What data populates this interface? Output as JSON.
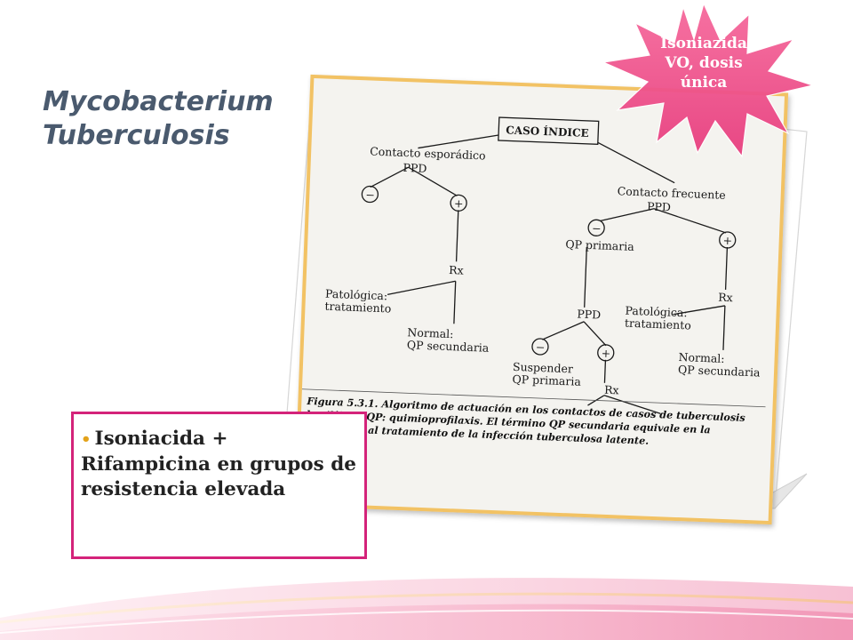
{
  "slide": {
    "title_line1": "Mycobacterium",
    "title_line2": "Tuberculosis",
    "callout": [
      "Isoniazida",
      "VO, dosis",
      "única"
    ],
    "bullet_text": "Isoniacida + Rifampicina en grupos de resistencia elevada"
  },
  "figure": {
    "root": "CASO ÍNDICE",
    "left_contact": "Contacto esporádico",
    "right_contact": "Contacto frecuente",
    "ppd": "PPD",
    "neg": "−",
    "pos": "+",
    "rx": "Rx",
    "patologica": "Patológica:",
    "tratamiento": "tratamiento",
    "normal": "Normal:",
    "qp_secundaria": "QP secundaria",
    "qp_primaria": "QP primaria",
    "suspender": "Suspender",
    "caption": "Figura 5.3.1. Algoritmo de actuación en los contactos de casos de tuberculosis bacilífera. QP: quimioprofilaxis. El término QP secundaria equivale en la actualidad al tratamiento de la infección tuberculosa latente."
  },
  "colors": {
    "title": "#4a5a6e",
    "accent_pink": "#d4237a",
    "star": "#f0508e",
    "frame": "#f2c264",
    "bullet": "#e3a21a"
  }
}
